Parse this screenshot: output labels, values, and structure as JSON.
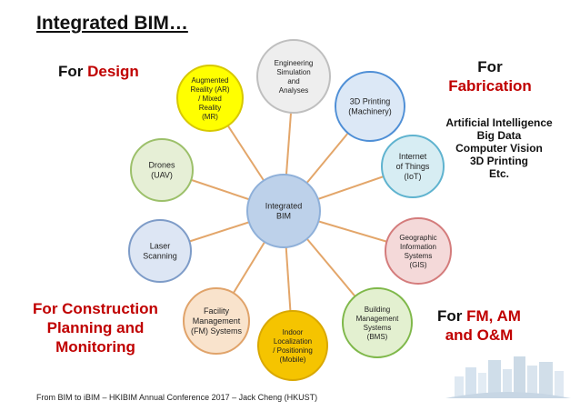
{
  "title": "Integrated BIM…",
  "labels": {
    "design_prefix": "For ",
    "design_word": "Design",
    "fabrication_prefix": "For",
    "fabrication_word": "Fabrication",
    "construction_word": "For Construction",
    "construction_rest_1": "Planning and",
    "construction_rest_2": "Monitoring",
    "fm_prefix": "For ",
    "fm_word": "FM, AM",
    "fm_rest": "and O&M"
  },
  "ai_list": [
    "Artificial Intelligence",
    "Big Data",
    "Computer Vision",
    "3D Printing",
    "Etc."
  ],
  "footer": "From BIM to iBIM – HKIBIM Annual Conference 2017 – Jack Cheng (HKUST)",
  "diagram": {
    "center": {
      "lines": [
        "Integrated",
        "BIM"
      ],
      "fill": "#bdd1ea",
      "stroke": "#8fb0d9"
    },
    "connector_color": "#e3a66a",
    "nodes": [
      {
        "id": "engineering-simulation",
        "lines": [
          "Engineering",
          "Simulation",
          "and",
          "Analyses"
        ],
        "fill": "#eeeeee",
        "stroke": "#bfbfbf"
      },
      {
        "id": "3d-printing",
        "lines": [
          "3D Printing",
          "(Machinery)"
        ],
        "fill": "#dce8f6",
        "stroke": "#4f8fd6"
      },
      {
        "id": "iot",
        "lines": [
          "Internet",
          "of Things",
          "(IoT)"
        ],
        "fill": "#d7edf3",
        "stroke": "#5fb3cf"
      },
      {
        "id": "gis",
        "lines": [
          "Geographic",
          "Information",
          "Systems",
          "(GIS)"
        ],
        "fill": "#f4d9d9",
        "stroke": "#d47c7c"
      },
      {
        "id": "bms",
        "lines": [
          "Building",
          "Management",
          "Systems",
          "(BMS)"
        ],
        "fill": "#e3f0d0",
        "stroke": "#7fb84a"
      },
      {
        "id": "indoor-localization",
        "lines": [
          "Indoor",
          "Localization",
          "/ Positioning",
          "(Mobile)"
        ],
        "fill": "#f5c400",
        "stroke": "#d9a800"
      },
      {
        "id": "fm-systems",
        "lines": [
          "Facility",
          "Management",
          "(FM) Systems"
        ],
        "fill": "#f9e3cc",
        "stroke": "#e0a36a"
      },
      {
        "id": "laser-scanning",
        "lines": [
          "Laser",
          "Scanning"
        ],
        "fill": "#dde6f4",
        "stroke": "#7e9cc8"
      },
      {
        "id": "drones",
        "lines": [
          "Drones",
          "(UAV)"
        ],
        "fill": "#e6efd6",
        "stroke": "#9cc06a"
      },
      {
        "id": "ar-mr",
        "lines": [
          "Augmented",
          "Reality (AR)",
          "/ Mixed",
          "Reality",
          "(MR)"
        ],
        "fill": "#ffff00",
        "stroke": "#d7c800"
      }
    ]
  }
}
